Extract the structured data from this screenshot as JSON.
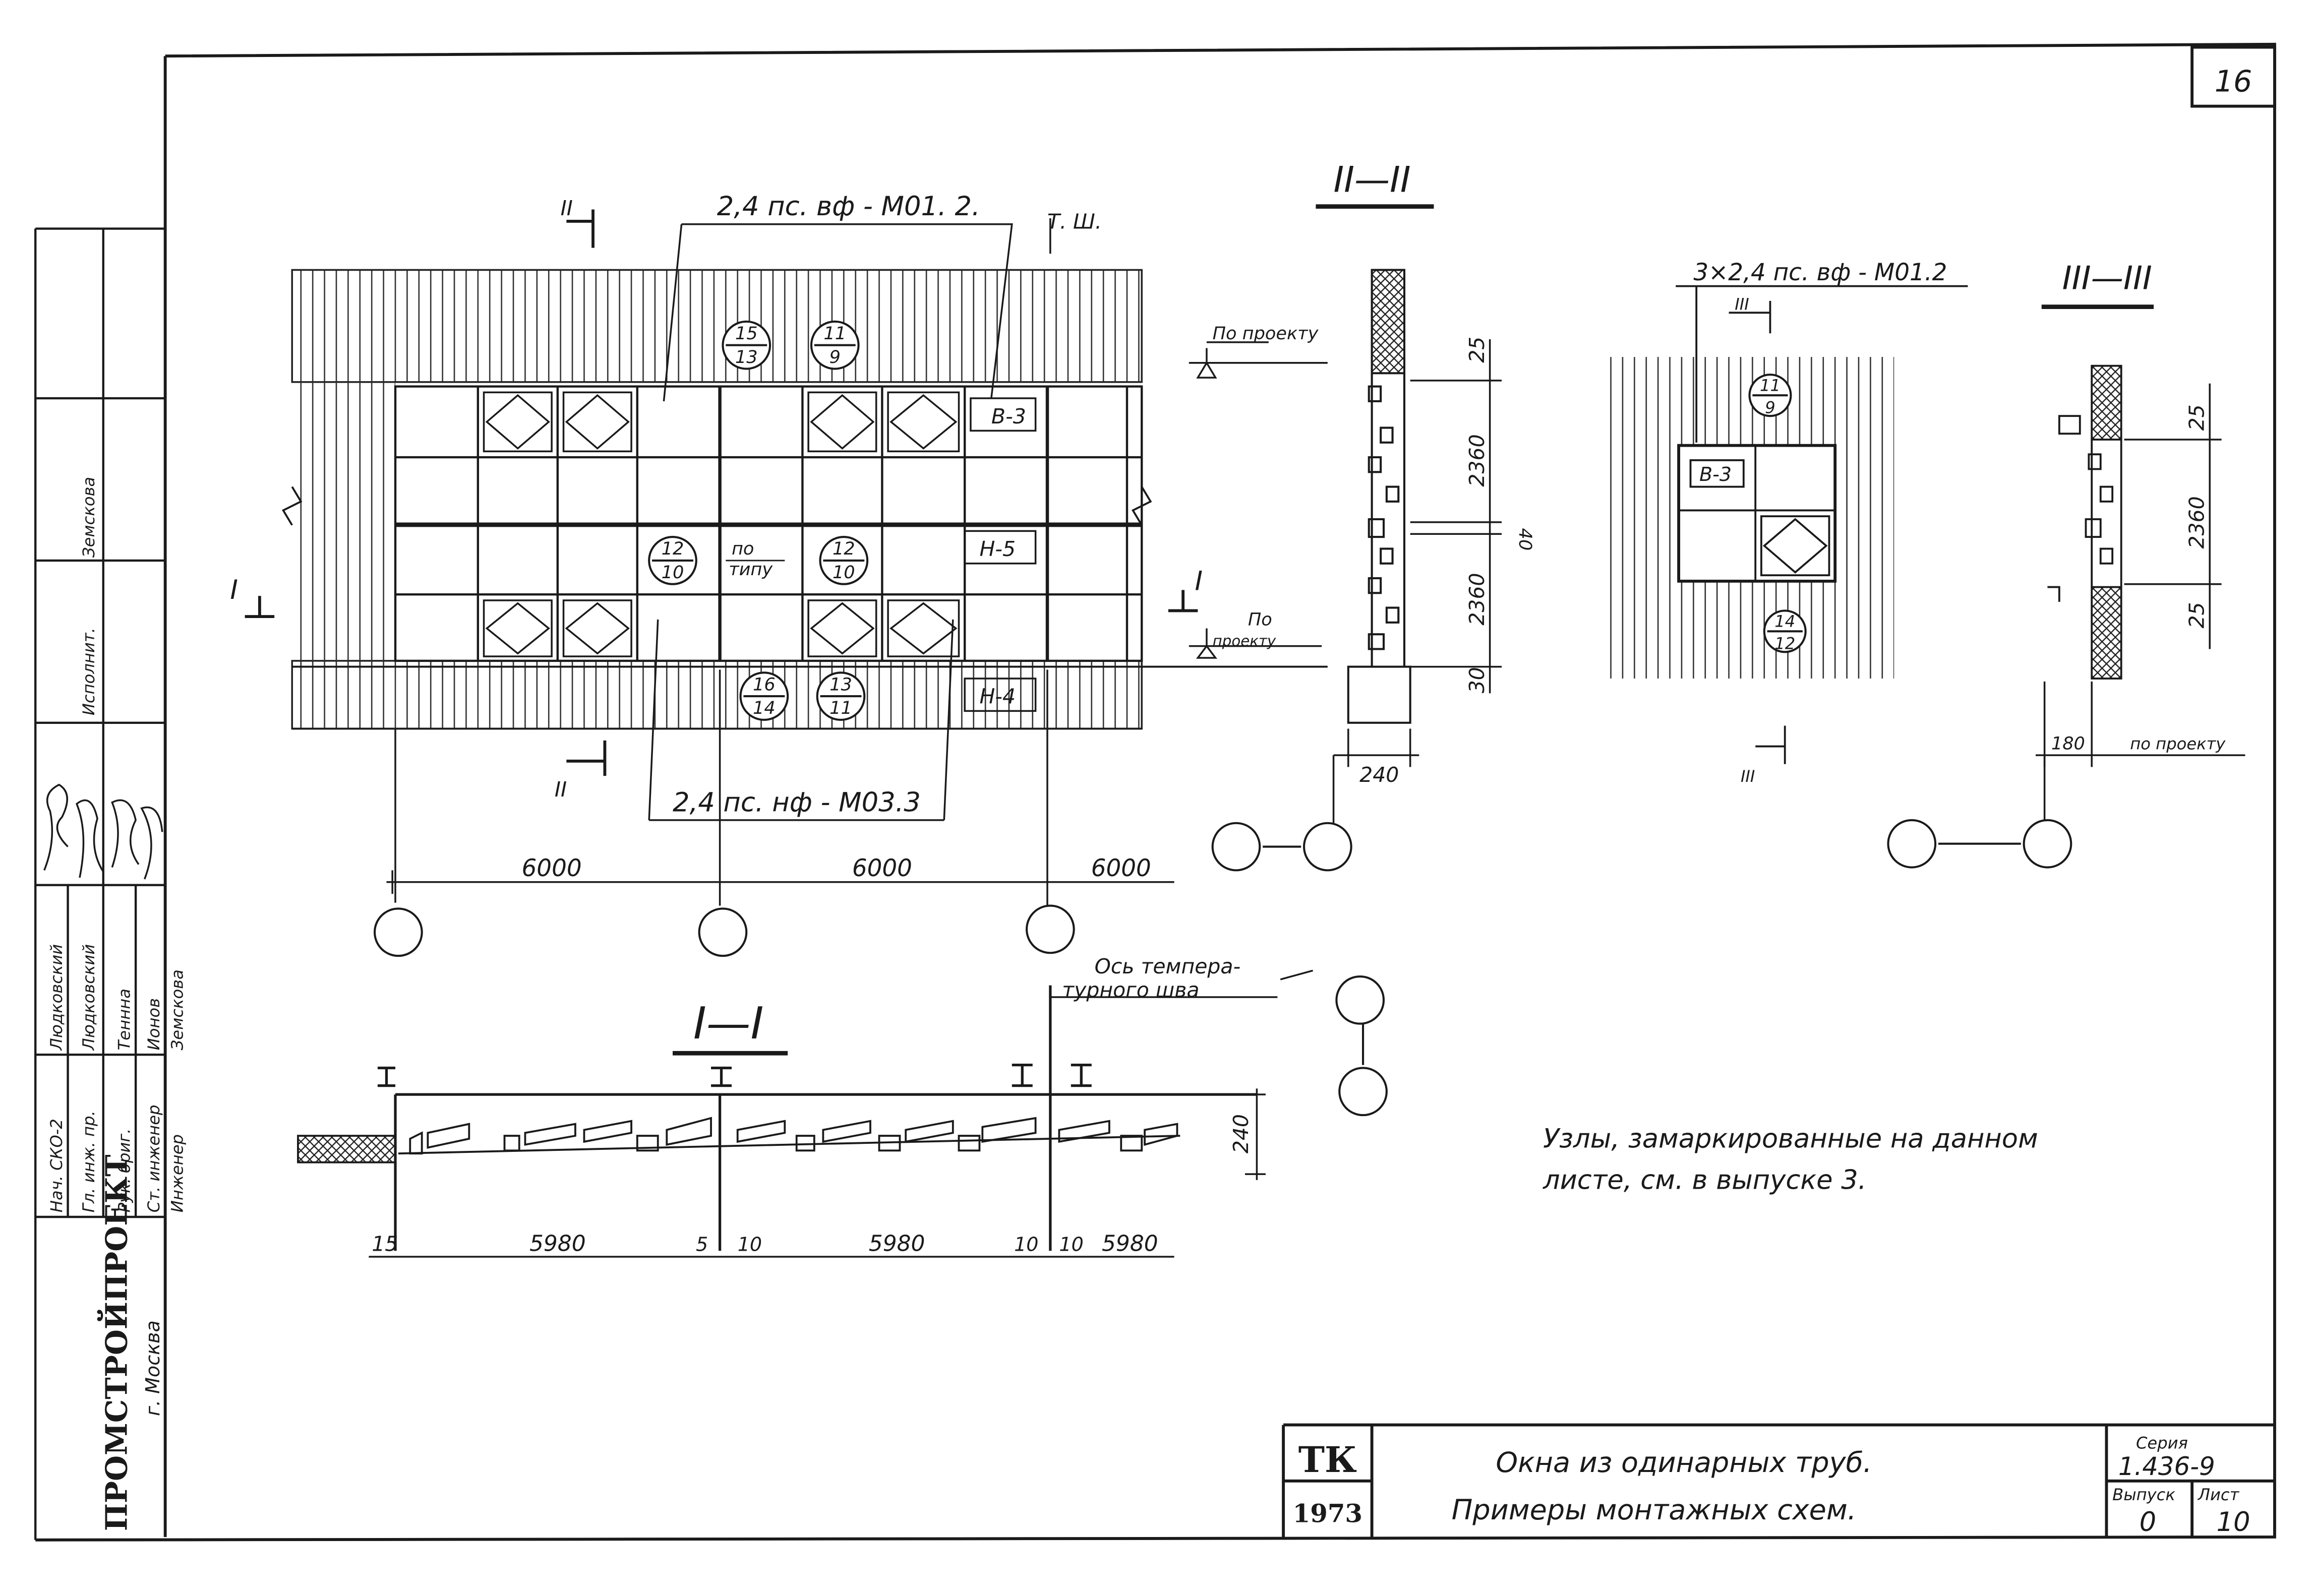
{
  "sheet_number": "16",
  "elevation": {
    "label_top": "2,4 пс. вф - М01. 2.",
    "label_bottom": "2,4 пс. нф - М03.3",
    "tsh": "Т. Ш.",
    "mark_b3": "В-3",
    "mark_h5": "Н-5",
    "mark_h4": "Н-4",
    "po_tipu_1": "по",
    "po_tipu_2": "типу",
    "po_proektu_top": "По проекту",
    "po_proektu_bot_1": "По",
    "po_proektu_bot_2": "проекту",
    "cut_ii": "II",
    "cut_i": "I",
    "nodes": [
      {
        "num": "15",
        "den": "13"
      },
      {
        "num": "11",
        "den": "9"
      },
      {
        "num": "12",
        "den": "10"
      },
      {
        "num": "12",
        "den": "10"
      },
      {
        "num": "16",
        "den": "14"
      },
      {
        "num": "13",
        "den": "11"
      }
    ],
    "dims": [
      "6000",
      "6000",
      "6000"
    ]
  },
  "section_ii": {
    "title": "II—II",
    "dims": [
      "25",
      "2360",
      "40",
      "2360",
      "30"
    ],
    "width": "240"
  },
  "section_i": {
    "title": "I—I",
    "axis_note_1": "Ось темпера-",
    "axis_note_2": "турного шва",
    "height": "240",
    "dims": [
      "15",
      "5980",
      "5",
      "10",
      "5980",
      "10",
      "10",
      "5980"
    ]
  },
  "fragment_iii": {
    "label": "3×2,4 пс. вф - М01.2",
    "cut": "III",
    "mark_b3": "В-3",
    "nodes": [
      {
        "num": "11",
        "den": "9"
      },
      {
        "num": "14",
        "den": "12"
      }
    ]
  },
  "section_iii": {
    "title": "III—III",
    "dims": [
      "25",
      "2360",
      "25"
    ],
    "width": "180",
    "po_proektu": "по проекту"
  },
  "note": {
    "line1": "Узлы, замаркированные на данном",
    "line2": "листе, см. в выпуске 3."
  },
  "stamp": {
    "org": "ПРОМСТРОЙПРОЕКТ",
    "city": "г. Москва",
    "roles": [
      "Нач. СКО-2",
      "Гл. инж. пр.",
      "Рук. бриг.",
      "Ст. инженер",
      "Инженер",
      "Исполнит."
    ],
    "names": [
      "Людковский",
      "Людковский",
      "Теннна",
      "Ионов",
      "Земскова",
      "Земскова"
    ],
    "tk": "ТК",
    "year": "1973",
    "title1": "Окна из одинарных труб.",
    "title2": "Примеры монтажных схем.",
    "series_label": "Серия",
    "series": "1.436-9",
    "issue_label": "Выпуск",
    "issue": "0",
    "sheet_label": "Лист",
    "sheet": "10"
  }
}
